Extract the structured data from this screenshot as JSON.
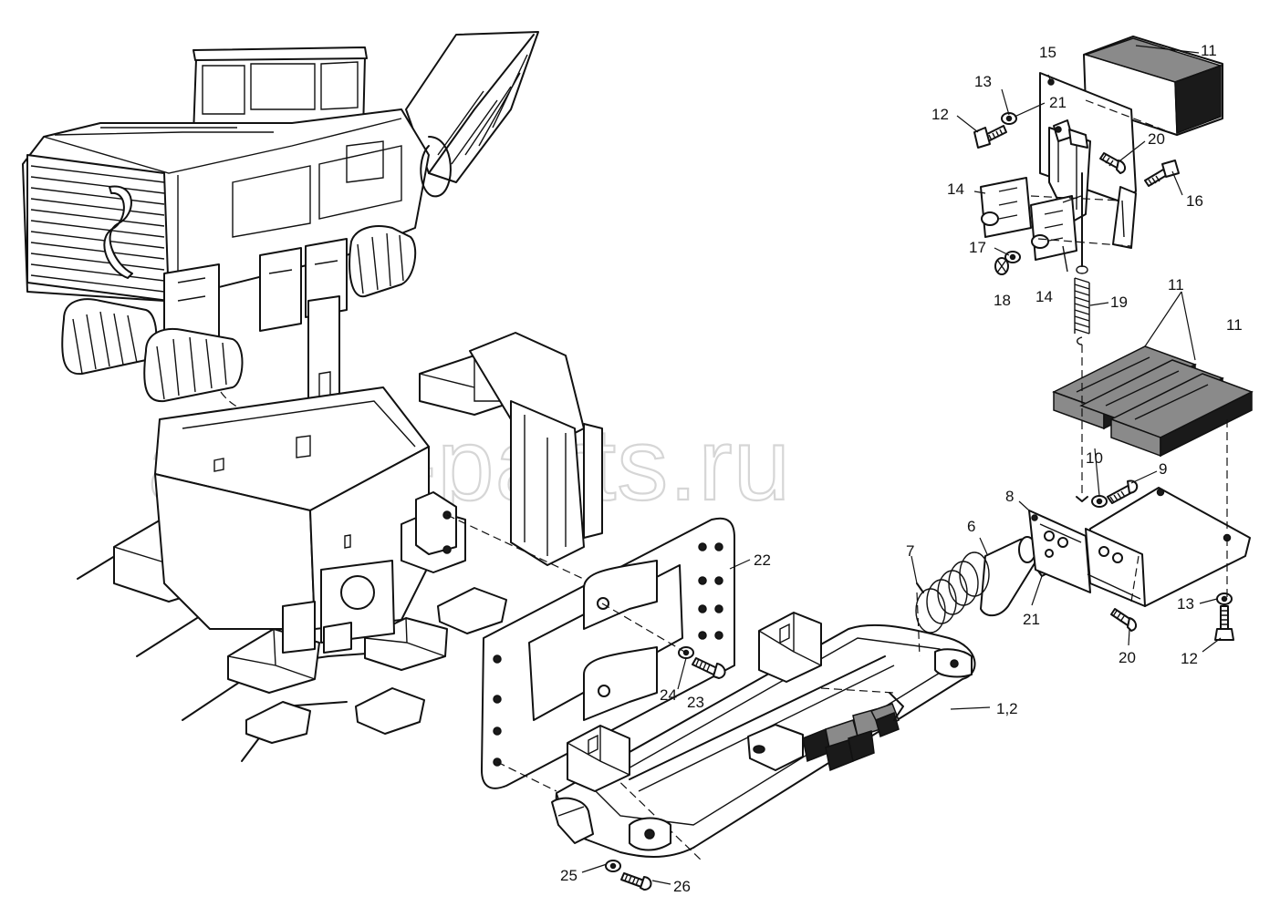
{
  "watermark": "ansat-parts.ru",
  "callouts": [
    {
      "id": "c11a",
      "label": "11"
    },
    {
      "id": "c15",
      "label": "15"
    },
    {
      "id": "c13a",
      "label": "13"
    },
    {
      "id": "c21a",
      "label": "21"
    },
    {
      "id": "c12a",
      "label": "12"
    },
    {
      "id": "c20a",
      "label": "20"
    },
    {
      "id": "c16",
      "label": "16"
    },
    {
      "id": "c14a",
      "label": "14"
    },
    {
      "id": "c17",
      "label": "17"
    },
    {
      "id": "c18",
      "label": "18"
    },
    {
      "id": "c14b",
      "label": "14"
    },
    {
      "id": "c19",
      "label": "19"
    },
    {
      "id": "c11b",
      "label": "11"
    },
    {
      "id": "c11c",
      "label": "11"
    },
    {
      "id": "c10",
      "label": "10"
    },
    {
      "id": "c9",
      "label": "9"
    },
    {
      "id": "c8",
      "label": "8"
    },
    {
      "id": "c6",
      "label": "6"
    },
    {
      "id": "c7",
      "label": "7"
    },
    {
      "id": "c21b",
      "label": "21"
    },
    {
      "id": "c13b",
      "label": "13"
    },
    {
      "id": "c12b",
      "label": "12"
    },
    {
      "id": "c20b",
      "label": "20"
    },
    {
      "id": "c22",
      "label": "22"
    },
    {
      "id": "c24",
      "label": "24"
    },
    {
      "id": "c23",
      "label": "23"
    },
    {
      "id": "c12",
      "label": "1,2"
    },
    {
      "id": "c25",
      "label": "25"
    },
    {
      "id": "c26",
      "label": "26"
    }
  ]
}
